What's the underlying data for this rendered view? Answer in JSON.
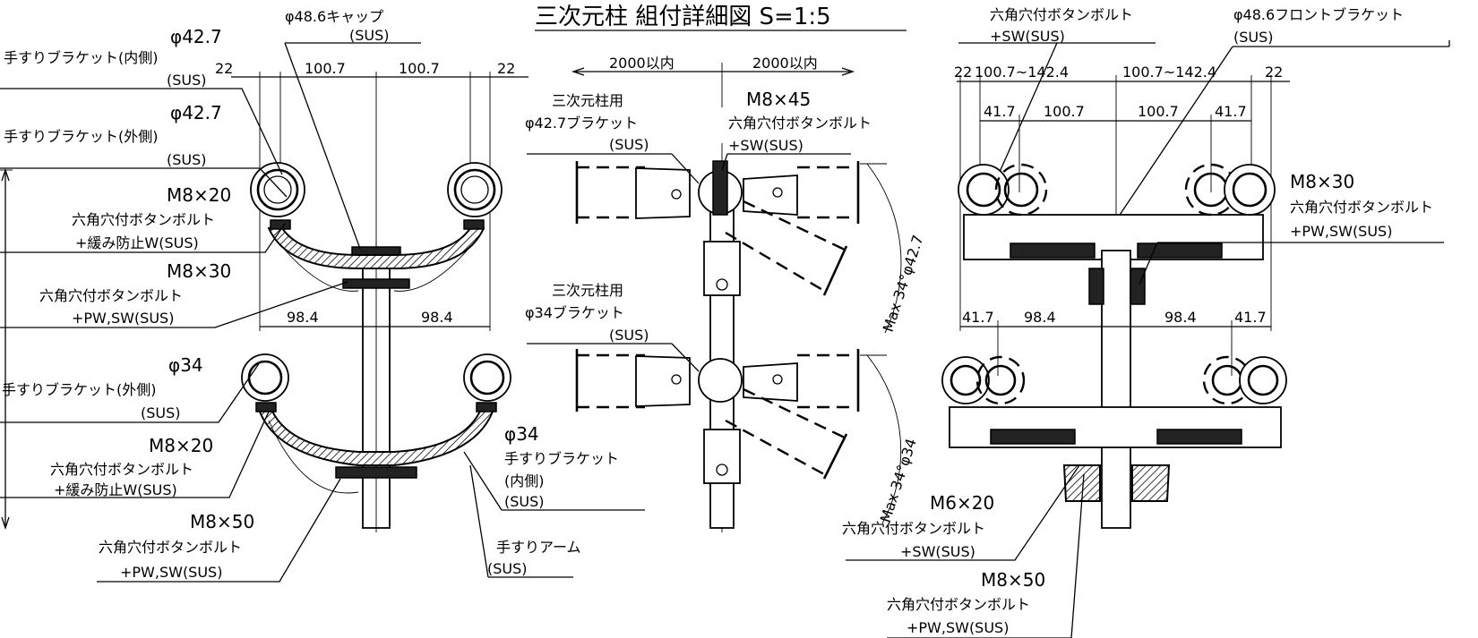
{
  "title": "三次元柱 組付詳細図 S=1:5",
  "left_view": {
    "callouts": {
      "cap": [
        "φ48.6キャップ",
        "(SUS)"
      ],
      "inner_427": [
        "φ42.7",
        "手すりブラケット(内側)",
        "(SUS)"
      ],
      "outer_427": [
        "φ42.7",
        "手すりブラケット(外側)",
        "(SUS)"
      ],
      "m8x20_top": [
        "M8×20",
        "六角穴付ボタンボルト",
        "+緩み防止W(SUS)"
      ],
      "m8x30": [
        "M8×30",
        "六角穴付ボタンボルト",
        "+PW,SW(SUS)"
      ],
      "outer_34": [
        "φ34",
        "手すりブラケット(外側)",
        "(SUS)"
      ],
      "m8x20_bot": [
        "M8×20",
        "六角穴付ボタンボルト",
        "+緩み防止W(SUS)"
      ],
      "m8x50": [
        "M8×50",
        "六角穴付ボタンボルト",
        "+PW,SW(SUS)"
      ],
      "inner_34": [
        "φ34",
        "手すりブラケット",
        "(内側)",
        "(SUS)"
      ],
      "arm": [
        "手すりアーム",
        "(SUS)"
      ]
    },
    "dims_top": [
      "22",
      "100.7",
      "100.7",
      "22"
    ],
    "dims_mid": [
      "98.4",
      "98.4"
    ]
  },
  "middle_view": {
    "dims_top": [
      "2000以内",
      "2000以内"
    ],
    "callouts": {
      "bracket_427": [
        "三次元柱用",
        "φ42.7ブラケット",
        "(SUS)"
      ],
      "m8x45": [
        "M8×45",
        "六角穴付ボタンボルト",
        "+SW(SUS)"
      ],
      "bracket_34": [
        "三次元柱用",
        "φ34ブラケット",
        "(SUS)"
      ]
    },
    "angle_top": "Max 34°φ42.7",
    "angle_bot": "Max 34°φ34"
  },
  "right_view": {
    "callouts": {
      "bolt_sw": [
        "六角穴付ボタンボルト",
        "+SW(SUS)"
      ],
      "front_bracket": [
        "φ48.6フロントブラケット",
        "(SUS)"
      ],
      "m8x30": [
        "M8×30",
        "六角穴付ボタンボルト",
        "+PW,SW(SUS)"
      ],
      "m6x20": [
        "M6×20",
        "六角穴付ボタンボルト",
        "+SW(SUS)"
      ],
      "m8x50": [
        "M8×50",
        "六角穴付ボタンボルト",
        "+PW,SW(SUS)"
      ]
    },
    "dims_top": [
      "22",
      "100.7~142.4",
      "100.7~142.4",
      "22"
    ],
    "dims_second": [
      "41.7",
      "100.7",
      "100.7",
      "41.7"
    ],
    "dims_mid": [
      "41.7",
      "98.4",
      "98.4",
      "41.7"
    ]
  }
}
